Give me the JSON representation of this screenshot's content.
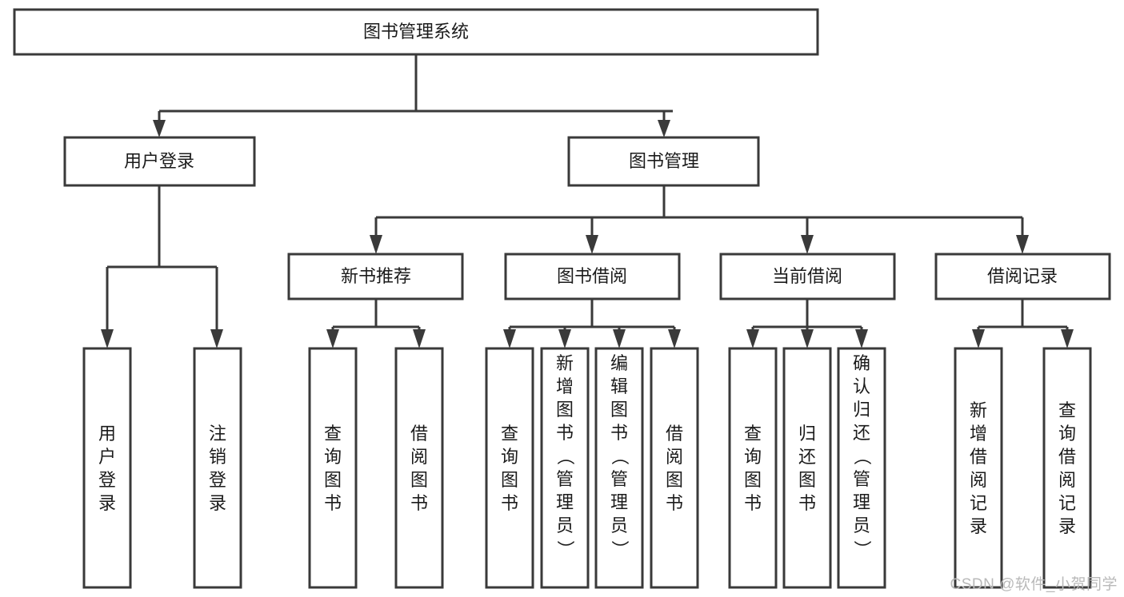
{
  "diagram": {
    "type": "tree-hierarchy",
    "title": "图书管理系统",
    "watermark": "CSDN @软件_小贺同学",
    "colors": {
      "stroke": "#3a3a3a",
      "fill": "#ffffff",
      "text": "#1b1b1b",
      "watermark": "#b9b9b9"
    },
    "levels": [
      {
        "level": 1,
        "nodes": [
          {
            "id": "root",
            "label": "图书管理系统",
            "orientation": "horizontal"
          }
        ]
      },
      {
        "level": 2,
        "nodes": [
          {
            "id": "login",
            "label": "用户登录",
            "orientation": "horizontal",
            "parent": "root"
          },
          {
            "id": "bookmgmt",
            "label": "图书管理",
            "orientation": "horizontal",
            "parent": "root"
          }
        ]
      },
      {
        "level": 3,
        "nodes": [
          {
            "id": "newbook",
            "label": "新书推荐",
            "orientation": "horizontal",
            "parent": "bookmgmt"
          },
          {
            "id": "borrow",
            "label": "图书借阅",
            "orientation": "horizontal",
            "parent": "bookmgmt"
          },
          {
            "id": "current",
            "label": "当前借阅",
            "orientation": "horizontal",
            "parent": "bookmgmt"
          },
          {
            "id": "records",
            "label": "借阅记录",
            "orientation": "horizontal",
            "parent": "bookmgmt"
          }
        ]
      },
      {
        "level": 4,
        "nodes": [
          {
            "id": "leaf1",
            "label": "用户登录",
            "orientation": "vertical",
            "parent": "login"
          },
          {
            "id": "leaf2",
            "label": "注销登录",
            "orientation": "vertical",
            "parent": "login"
          },
          {
            "id": "leaf3",
            "label": "查询图书",
            "orientation": "vertical",
            "parent": "newbook"
          },
          {
            "id": "leaf4",
            "label": "借阅图书",
            "orientation": "vertical",
            "parent": "newbook"
          },
          {
            "id": "leaf5",
            "label": "查询图书",
            "orientation": "vertical",
            "parent": "borrow"
          },
          {
            "id": "leaf6",
            "label": "新增图书（管理员）",
            "orientation": "vertical",
            "parent": "borrow"
          },
          {
            "id": "leaf7",
            "label": "编辑图书（管理员）",
            "orientation": "vertical",
            "parent": "borrow"
          },
          {
            "id": "leaf8",
            "label": "借阅图书",
            "orientation": "vertical",
            "parent": "borrow"
          },
          {
            "id": "leaf9",
            "label": "查询图书",
            "orientation": "vertical",
            "parent": "current"
          },
          {
            "id": "leaf10",
            "label": "归还图书",
            "orientation": "vertical",
            "parent": "current"
          },
          {
            "id": "leaf11",
            "label": "确认归还（管理员）",
            "orientation": "vertical",
            "parent": "current"
          },
          {
            "id": "leaf12",
            "label": "新增借阅记录",
            "orientation": "vertical",
            "parent": "records"
          },
          {
            "id": "leaf13",
            "label": "查询借阅记录",
            "orientation": "vertical",
            "parent": "records"
          }
        ]
      }
    ],
    "labels": {
      "root": "图书管理系统",
      "login": "用户登录",
      "bookmgmt": "图书管理",
      "newbook": "新书推荐",
      "borrow": "图书借阅",
      "current": "当前借阅",
      "records": "借阅记录",
      "leaf1": "用户登录",
      "leaf2": "注销登录",
      "leaf3": "查询图书",
      "leaf4": "借阅图书",
      "leaf5": "查询图书",
      "leaf6": "新增图书（管理员）",
      "leaf7": "编辑图书（管理员）",
      "leaf8": "借阅图书",
      "leaf9": "查询图书",
      "leaf10": "归还图书",
      "leaf11": "确认归还（管理员）",
      "leaf12": "新增借阅记录",
      "leaf13": "查询借阅记录"
    }
  }
}
